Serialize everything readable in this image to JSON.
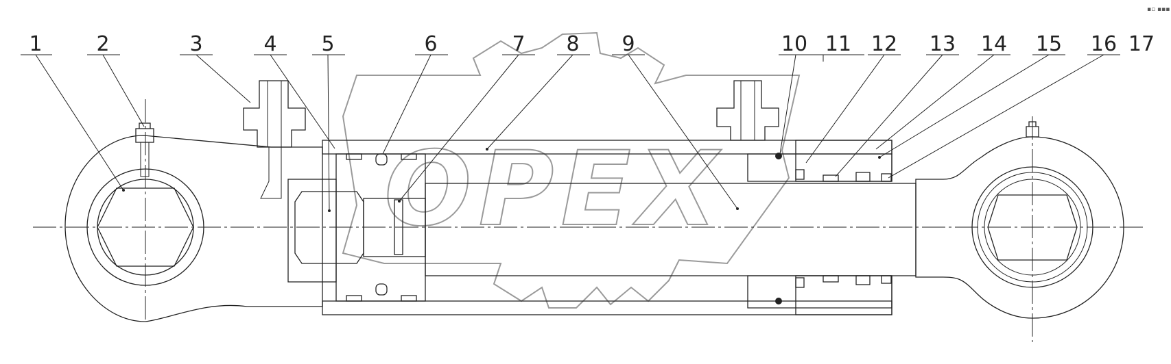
{
  "callouts": [
    "1",
    "2",
    "3",
    "4",
    "5",
    "6",
    "7",
    "8",
    "9",
    "10",
    "11",
    "12",
    "13",
    "14",
    "15",
    "16",
    "17"
  ],
  "watermark": "OPEX",
  "corner_mark": "▪▫ ▪▪▪",
  "colors": {
    "line": "#222222",
    "watermark": "#9a9a9a",
    "background": "#ffffff"
  }
}
